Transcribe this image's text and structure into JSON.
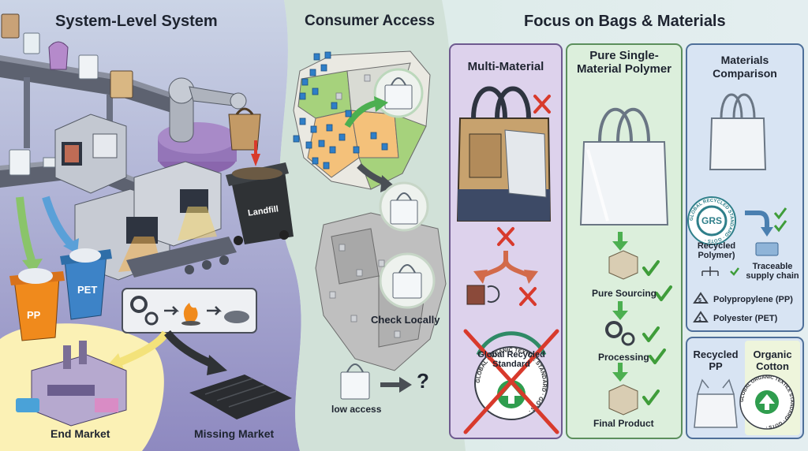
{
  "sections": {
    "system_title": "System-Level System",
    "consumer_title": "Consumer Access",
    "focus_title": "Focus on Bags & Materials"
  },
  "system": {
    "bin_labels": {
      "landfill": "Landfill",
      "pp": "PP",
      "pet": "PET"
    },
    "end_market": "End Market",
    "missing_market": "Missing Market"
  },
  "consumer": {
    "check_locally": "Check Locally",
    "low_access": "low access",
    "question_mark": "?"
  },
  "panels": {
    "multi_material": {
      "title": "Multi-Material",
      "badge_text": "Global Recycled Standard",
      "seal_text": "GLOBAL ORGANIC TEXTILE STANDARD · GOTS ·"
    },
    "pure_polymer": {
      "title": "Pure Single-Material Polymer",
      "steps": [
        "Pure Sourcing",
        "Processing",
        "Final Product"
      ]
    },
    "materials_comparison": {
      "title": "Materials Comparison",
      "grs_label": "GRS",
      "grs_ring_text": "GLOBAL RECYCLED STANDARD · GOTS ·",
      "recycled_polymer": "Recycled Polymer)",
      "traceable": "Traceable supply chain",
      "polypropylene": "Polypropylene (PP)",
      "polyester": "Polyester (PET)",
      "recycle_codes": [
        "5",
        "1"
      ]
    },
    "recycled_pp": {
      "title": "Recycled PP"
    },
    "organic_cotton": {
      "title": "Organic Cotton",
      "seal_text": "GLOBAL ORGANIC TEXTILE STANDARD · GOTS ·"
    }
  },
  "colors": {
    "bg_left": "#b9bfde",
    "bg_mid": "#cfe3dc",
    "bg_right": "#dcebea",
    "panel_purple": "#ddd2ec",
    "panel_green": "#dcefdc",
    "panel_blue": "#d8e4f3",
    "check_green": "#3f9d3a",
    "cross_red": "#d83a2c",
    "pp_orange": "#f08a1c",
    "pet_blue": "#3d83c7",
    "landfill_dark": "#2f3235"
  }
}
